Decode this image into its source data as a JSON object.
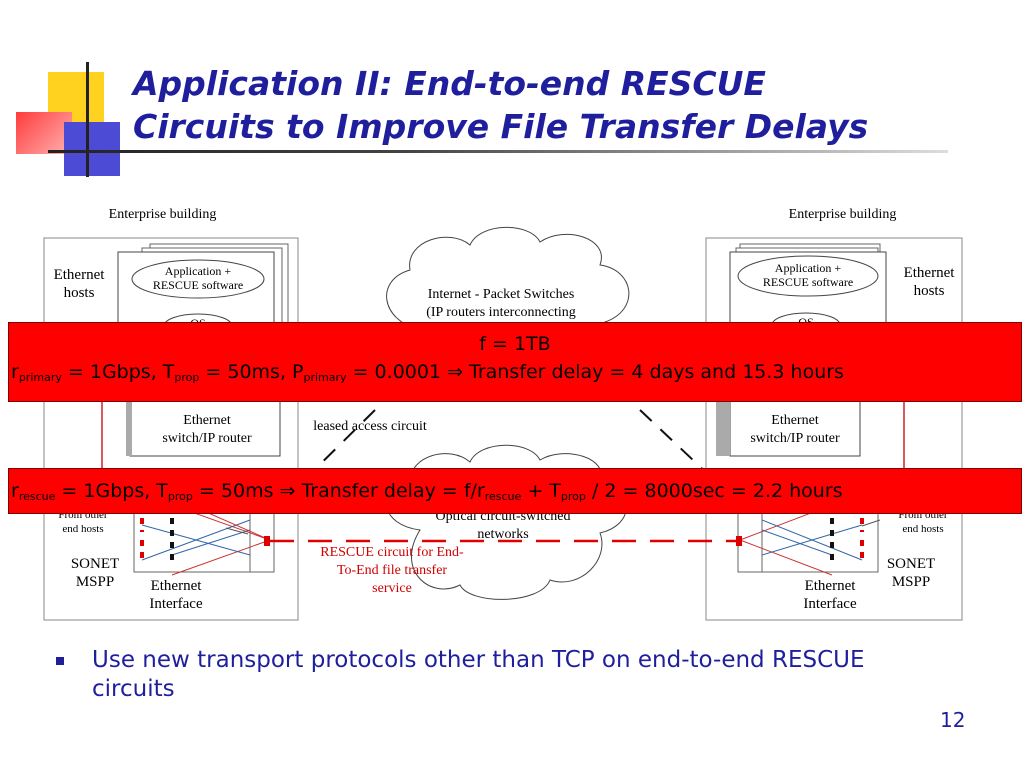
{
  "slide": {
    "title_line1": "Application II: End-to-end RESCUE",
    "title_line2": "Circuits to Improve File Transfer Delays",
    "page_number": "12",
    "bullet": "Use new transport protocols other than TCP on end-to-end RESCUE circuits"
  },
  "diagram": {
    "left_building_label": "Enterprise building",
    "right_building_label": "Enterprise building",
    "ethernet_hosts_left": [
      "Ethernet",
      "hosts"
    ],
    "ethernet_hosts_right": [
      "Ethernet",
      "hosts"
    ],
    "app_software": [
      "Application +",
      "RESCUE software"
    ],
    "os_label": "OS",
    "switch_router": [
      "Ethernet",
      "switch/IP router"
    ],
    "internet_cloud": [
      "Internet - Packet Switches",
      "(IP routers interconnecting"
    ],
    "leased_access": "leased access circuit",
    "optical_cloud": [
      "Optical circuit-switched",
      "networks"
    ],
    "from_other_hosts": [
      "From other",
      "end hosts"
    ],
    "sonet_mspp": [
      "SONET",
      "MSPP"
    ],
    "ethernet_interface": [
      "Ethernet",
      "Interface"
    ],
    "rescue_circuit_label": [
      "RESCUE circuit for End-",
      "To-End file transfer",
      "service"
    ]
  },
  "banner_top": {
    "line1": "f = 1TB",
    "line2": {
      "r": "r",
      "r_sub": "primary",
      "rate": " = 1Gbps,  T",
      "t_sub": "prop",
      "prop": " = 50ms, P",
      "p_sub": "primary",
      "prob": " = 0.0001 ⇒  Transfer delay = 4 days and 15.3 hours"
    }
  },
  "banner_bottom": {
    "r": "r",
    "r_sub": "rescue",
    "rate": " = 1Gbps, T",
    "t_sub": "prop",
    "prop": " = 50ms ⇒  Transfer delay = f/r",
    "r2_sub": "rescue",
    "plus": " + T",
    "t2_sub": "prop",
    "rest": " / 2 = 8000sec = 2.2 hours"
  },
  "colors": {
    "title": "#1f1f9e",
    "banner": "#ff0000",
    "rescue_line": "#e00000"
  }
}
